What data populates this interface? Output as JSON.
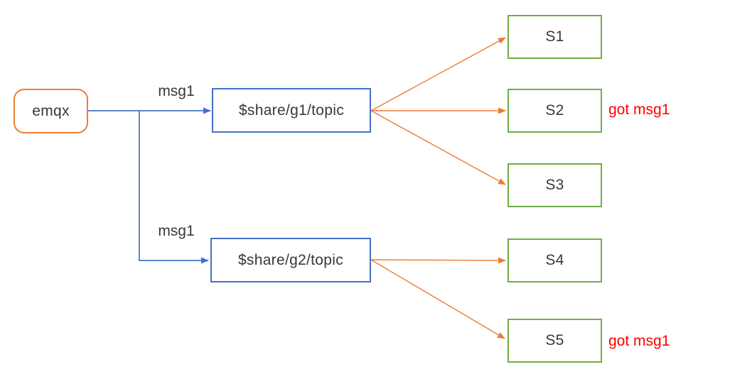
{
  "diagram": {
    "broker": {
      "label": "emqx"
    },
    "groups": [
      {
        "id": "g1",
        "label": "$share/g1/topic",
        "msg_label": "msg1"
      },
      {
        "id": "g2",
        "label": "$share/g2/topic",
        "msg_label": "msg1"
      }
    ],
    "subscribers": [
      {
        "id": "S1",
        "label": "S1",
        "annotation": ""
      },
      {
        "id": "S2",
        "label": "S2",
        "annotation": "got msg1"
      },
      {
        "id": "S3",
        "label": "S3",
        "annotation": ""
      },
      {
        "id": "S4",
        "label": "S4",
        "annotation": ""
      },
      {
        "id": "S5",
        "label": "S5",
        "annotation": "got msg1"
      }
    ],
    "colors": {
      "broker_border": "#ED7D31",
      "topic_border": "#4472C4",
      "subscriber_border": "#70AD47",
      "arrow_blue": "#4472C4",
      "arrow_orange": "#ED7D31",
      "annotation_red": "#FF0000",
      "text": "#383838",
      "background": "#FFFFFF"
    }
  }
}
